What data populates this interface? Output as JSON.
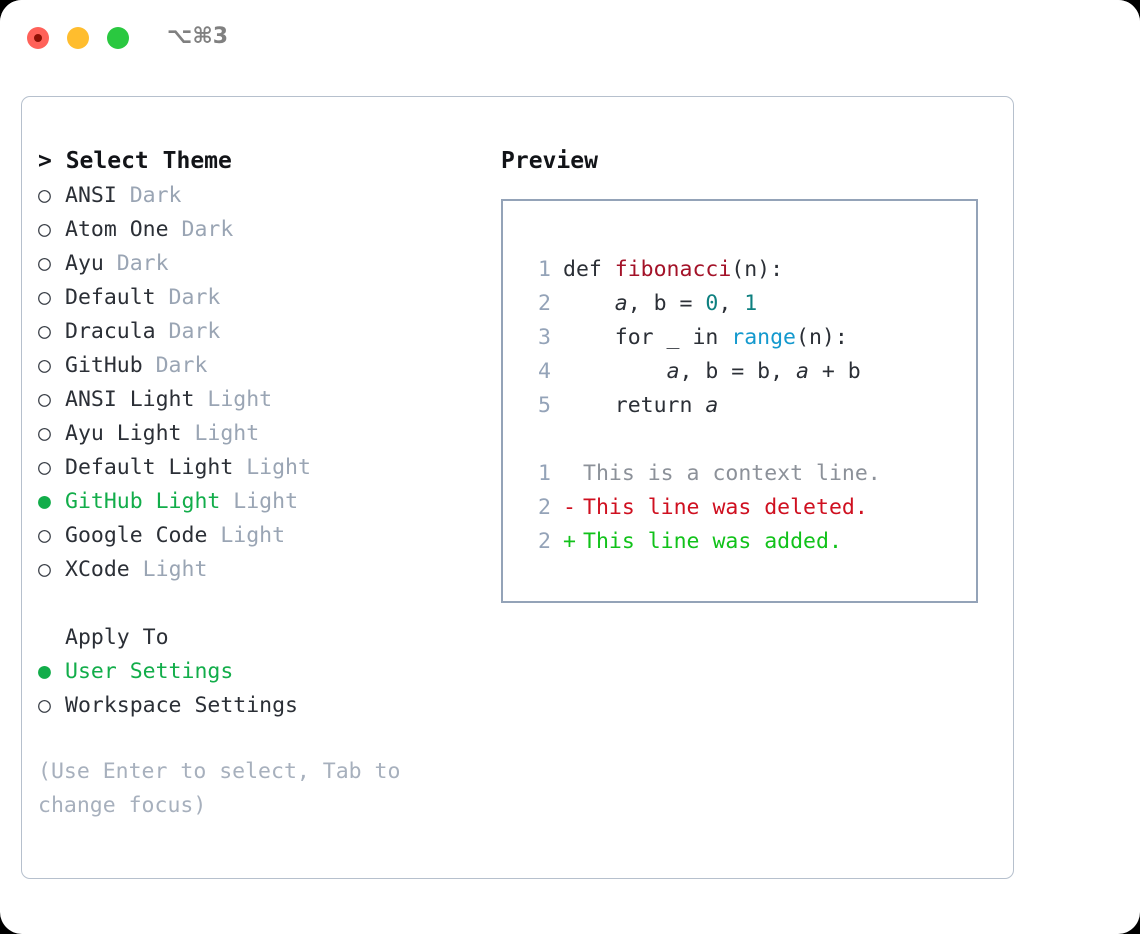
{
  "window": {
    "shortcut": "⌥⌘3",
    "traffic_lights": [
      {
        "name": "close",
        "color": "#ff6159"
      },
      {
        "name": "minimize",
        "color": "#ffbd2e"
      },
      {
        "name": "zoom",
        "color": "#2ac840"
      }
    ]
  },
  "theme_picker": {
    "header": "> Select Theme",
    "items": [
      {
        "bullet": "○",
        "name": "ANSI",
        "tag": "Dark",
        "selected": false
      },
      {
        "bullet": "○",
        "name": "Atom One",
        "tag": "Dark",
        "selected": false
      },
      {
        "bullet": "○",
        "name": "Ayu",
        "tag": "Dark",
        "selected": false
      },
      {
        "bullet": "○",
        "name": "Default",
        "tag": "Dark",
        "selected": false
      },
      {
        "bullet": "○",
        "name": "Dracula",
        "tag": "Dark",
        "selected": false
      },
      {
        "bullet": "○",
        "name": "GitHub",
        "tag": "Dark",
        "selected": false
      },
      {
        "bullet": "○",
        "name": "ANSI Light",
        "tag": "Light",
        "selected": false
      },
      {
        "bullet": "○",
        "name": "Ayu Light",
        "tag": "Light",
        "selected": false
      },
      {
        "bullet": "○",
        "name": "Default Light",
        "tag": "Light",
        "selected": false
      },
      {
        "bullet": "●",
        "name": "GitHub Light",
        "tag": "Light",
        "selected": true
      },
      {
        "bullet": "○",
        "name": "Google Code",
        "tag": "Light",
        "selected": false
      },
      {
        "bullet": "○",
        "name": "XCode",
        "tag": "Light",
        "selected": false
      }
    ]
  },
  "apply_to": {
    "header": "Apply To",
    "items": [
      {
        "bullet": "●",
        "name": "User Settings",
        "selected": true
      },
      {
        "bullet": "○",
        "name": "Workspace Settings",
        "selected": false
      }
    ]
  },
  "hint": "(Use Enter to select, Tab to change focus)",
  "preview": {
    "title": "Preview",
    "code_lines": [
      {
        "num": "1",
        "tokens": [
          {
            "text": "def ",
            "kind": "def"
          },
          {
            "text": "fibonacci",
            "kind": "fn"
          },
          {
            "text": "(n):",
            "kind": "plain"
          }
        ]
      },
      {
        "num": "2",
        "tokens": [
          {
            "text": "    ",
            "kind": "plain"
          },
          {
            "text": "a",
            "kind": "ital"
          },
          {
            "text": ", b = ",
            "kind": "plain"
          },
          {
            "text": "0",
            "kind": "num"
          },
          {
            "text": ", ",
            "kind": "plain"
          },
          {
            "text": "1",
            "kind": "num"
          }
        ]
      },
      {
        "num": "3",
        "tokens": [
          {
            "text": "    for _ in ",
            "kind": "plain"
          },
          {
            "text": "range",
            "kind": "builtin"
          },
          {
            "text": "(n):",
            "kind": "plain"
          }
        ]
      },
      {
        "num": "4",
        "tokens": [
          {
            "text": "        ",
            "kind": "plain"
          },
          {
            "text": "a",
            "kind": "ital"
          },
          {
            "text": ", b = b, ",
            "kind": "plain"
          },
          {
            "text": "a",
            "kind": "ital"
          },
          {
            "text": " + b",
            "kind": "plain"
          }
        ]
      },
      {
        "num": "5",
        "tokens": [
          {
            "text": "    return ",
            "kind": "plain"
          },
          {
            "text": "a",
            "kind": "ital"
          }
        ]
      }
    ],
    "diff_lines": [
      {
        "num": "1",
        "mark": " ",
        "text": "This is a context line.",
        "kind": "ctx"
      },
      {
        "num": "2",
        "mark": "-",
        "text": "This line was deleted.",
        "kind": "del"
      },
      {
        "num": "2",
        "mark": "+",
        "text": "This line was added.",
        "kind": "add"
      }
    ]
  },
  "colors": {
    "accent_green": "#12ad4a",
    "muted": "#9aa5b4",
    "border": "#94a3b8",
    "card_border": "#b6c0cd",
    "diff_delete": "#cf1020",
    "diff_add": "#11c21a",
    "syntax_function": "#a31228",
    "syntax_number": "#0e8080",
    "syntax_builtin": "#1499ce"
  }
}
